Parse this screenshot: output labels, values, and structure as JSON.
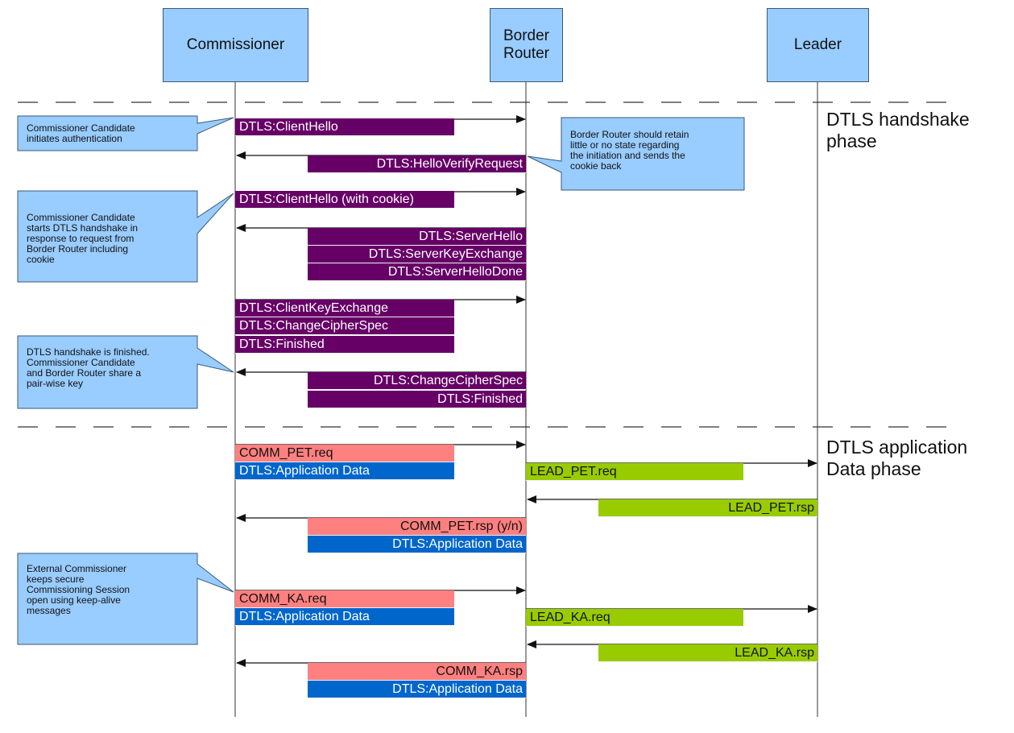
{
  "participants": {
    "commissioner": "Commissioner",
    "border_router": "Border\nRouter",
    "leader": "Leader"
  },
  "phases": {
    "handshake": "DTLS handshake\nphase",
    "application": "DTLS application\nData phase"
  },
  "notes": {
    "n1": "Commissioner Candidate\ninitiates authentication",
    "n2": "Border Router should retain\nlittle or no state regarding\nthe initiation and sends the\ncookie back",
    "n3": "Commissioner Candidate\nstarts DTLS handshake in\nresponse to request from\nBorder Router including\ncookie",
    "n4": "DTLS handshake is finished.\nCommissioner Candidate\nand Border Router share a\npair-wise key",
    "n5": "External Commissioner\nkeeps secure\nCommissioning Session\nopen using keep-alive\nmessages"
  },
  "messages": {
    "client_hello": "DTLS:ClientHello",
    "hello_verify_request": "DTLS:HelloVerifyRequest",
    "client_hello_cookie": "DTLS:ClientHello (with cookie)",
    "server_hello": "DTLS:ServerHello",
    "server_key_exchange": "DTLS:ServerKeyExchange",
    "server_hello_done": "DTLS:ServerHelloDone",
    "client_key_exchange": "DTLS:ClientKeyExchange",
    "change_cipher_spec_c": "DTLS:ChangeCipherSpec",
    "finished_c": "DTLS:Finished",
    "change_cipher_spec_s": "DTLS:ChangeCipherSpec",
    "finished_s": "DTLS:Finished",
    "comm_pet_req": "COMM_PET.req",
    "app_data_1": "DTLS:Application Data",
    "lead_pet_req": "LEAD_PET.req",
    "lead_pet_rsp": "LEAD_PET.rsp",
    "comm_pet_rsp": "COMM_PET.rsp (y/n)",
    "app_data_2": "DTLS:Application Data",
    "comm_ka_req": "COMM_KA.req",
    "app_data_3": "DTLS:Application Data",
    "lead_ka_req": "LEAD_KA.req",
    "lead_ka_rsp": "LEAD_KA.rsp",
    "comm_ka_rsp": "COMM_KA.rsp",
    "app_data_4": "DTLS:Application Data"
  },
  "colors": {
    "participant_fill": "#99ccff",
    "handshake_message": "#660066",
    "request_message": "#ff8080",
    "application_data": "#0066cc",
    "leader_message": "#99cc00"
  }
}
